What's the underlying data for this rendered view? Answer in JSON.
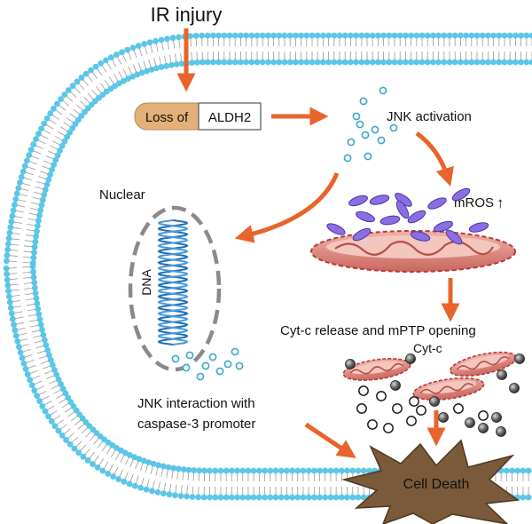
{
  "labels": {
    "ir_injury": "IR injury",
    "loss_of": "Loss of",
    "aldh2": "ALDH2",
    "jnk_activation": "JNK activation",
    "nuclear": "Nuclear",
    "dna": "DNA",
    "mros": "mROS",
    "mros_arrow": "↑",
    "cytc_release": "Cyt-c release and mPTP opening",
    "cytc": "Cyt-c",
    "jnk_interaction_line1": "JNK interaction with",
    "jnk_interaction_line2": "caspase-3 promoter",
    "cell_death": "Cell Death"
  },
  "colors": {
    "arrow": "#e8642a",
    "membrane_head": "#5bc6e6",
    "jnk_particle": "#8fd3e8",
    "ros_particle": "#8b6fe0",
    "mito_fill": "#d9867f",
    "mito_inner": "#f3c6be",
    "dna_strand": "#1f6fb8",
    "loss_box": "#e2b078",
    "cell_death": "#7a5a3a"
  }
}
